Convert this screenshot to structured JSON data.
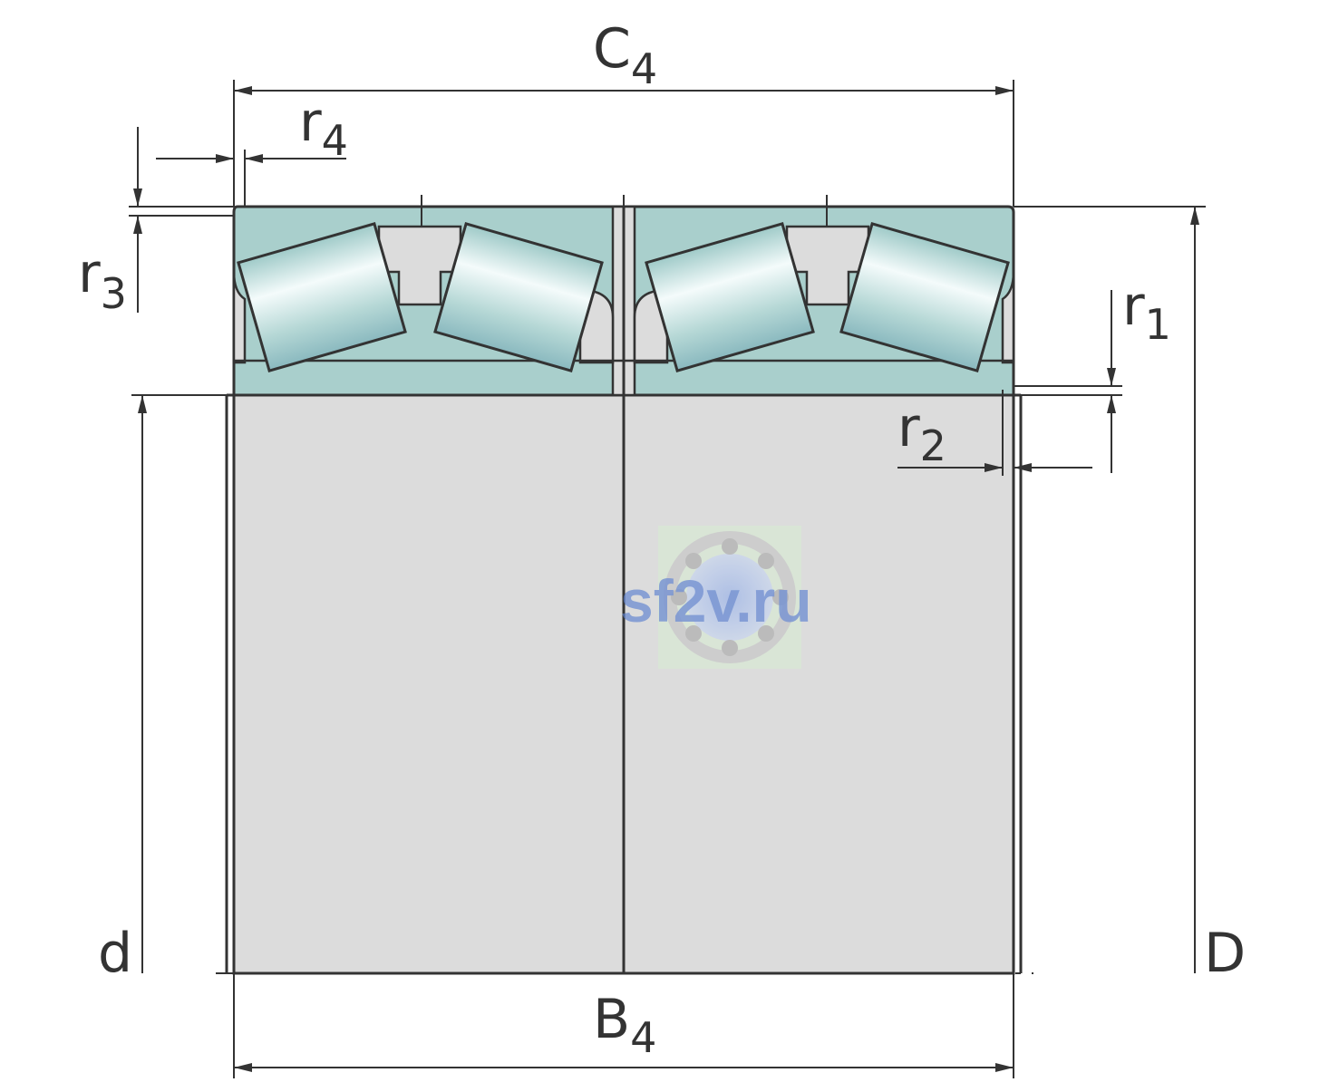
{
  "diagram": {
    "colors": {
      "outline": "#333333",
      "inner_ring_fill": "#dcdcdc",
      "outer_ring_fill": "#a9cfcc",
      "roller_light": "#f4fbfb",
      "roller_dark": "#8ec2c0",
      "dimension_line": "#3a3a3a"
    },
    "labels": {
      "C4": {
        "main": "C",
        "sub": "4"
      },
      "B4": {
        "main": "B",
        "sub": "4"
      },
      "r1": {
        "main": "r",
        "sub": "1"
      },
      "r2": {
        "main": "r",
        "sub": "2"
      },
      "r3": {
        "main": "r",
        "sub": "3"
      },
      "r4": {
        "main": "r",
        "sub": "4"
      },
      "d": {
        "main": "d"
      },
      "D": {
        "main": "D"
      }
    },
    "watermark": {
      "text": "sf2v.ru",
      "icon": "ball-bearing-icon"
    }
  }
}
